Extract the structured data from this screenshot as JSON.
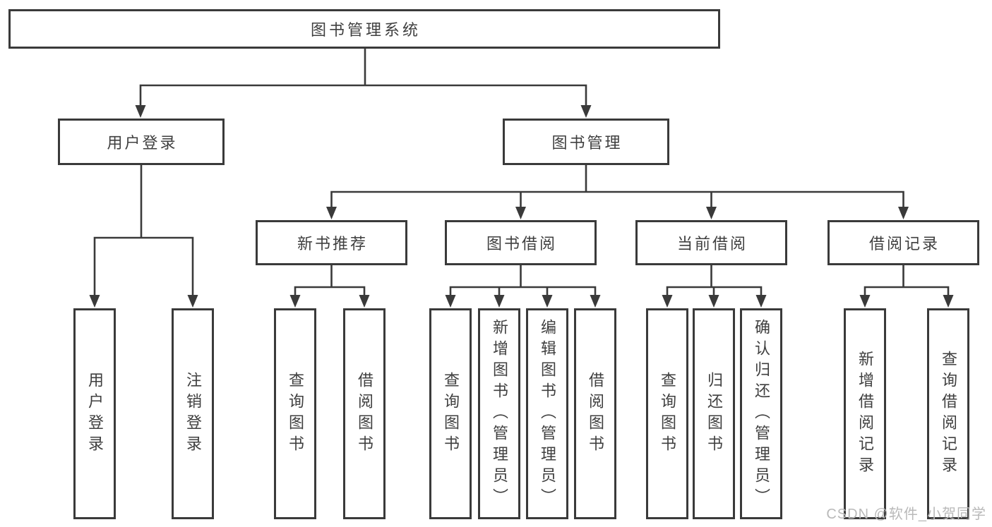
{
  "tree": {
    "label": "图书管理系统",
    "children": [
      {
        "label": "用户登录",
        "children": [
          {
            "label": "用户登录"
          },
          {
            "label": "注销登录"
          }
        ]
      },
      {
        "label": "图书管理",
        "children": [
          {
            "label": "新书推荐",
            "children": [
              {
                "label": "查询图书"
              },
              {
                "label": "借阅图书"
              }
            ]
          },
          {
            "label": "图书借阅",
            "children": [
              {
                "label": "查询图书"
              },
              {
                "label": "新增图书（管理员）"
              },
              {
                "label": "编辑图书（管理员）"
              },
              {
                "label": "借阅图书"
              }
            ]
          },
          {
            "label": "当前借阅",
            "children": [
              {
                "label": "查询图书"
              },
              {
                "label": "归还图书"
              },
              {
                "label": "确认归还（管理员）"
              }
            ]
          },
          {
            "label": "借阅记录",
            "children": [
              {
                "label": "新增借阅记录"
              },
              {
                "label": "查询借阅记录"
              }
            ]
          }
        ]
      }
    ]
  },
  "watermark": "CSDN @软件_小贺同学",
  "colors": {
    "line": "#3a3a3a",
    "box_border": "#3a3a3a",
    "box_fill": "#ffffff",
    "text": "#3f3f3f",
    "background": "#ffffff",
    "watermark": "#b9b9b9"
  }
}
